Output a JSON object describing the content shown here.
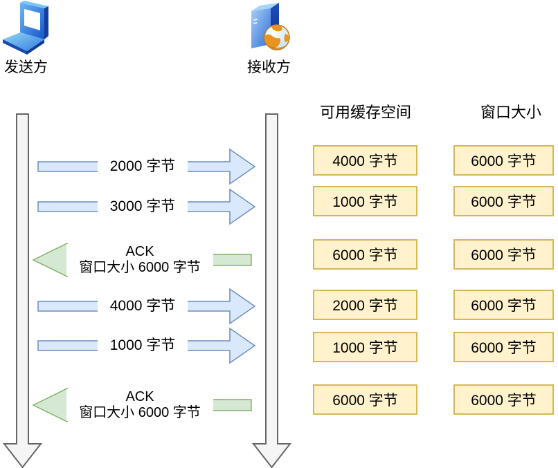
{
  "sender": {
    "label": "发送方",
    "icon": "laptop-icon"
  },
  "receiver": {
    "label": "接收方",
    "icon": "server-globe-icon"
  },
  "columns": {
    "buffer_header": "可用缓存空间",
    "window_header": "窗口大小"
  },
  "messages": [
    {
      "kind": "data",
      "direction": "sender-to-receiver",
      "label": "2000 字节",
      "buffer": "4000 字节",
      "window": "6000 字节"
    },
    {
      "kind": "data",
      "direction": "sender-to-receiver",
      "label": "3000 字节",
      "buffer": "1000 字节",
      "window": "6000 字节"
    },
    {
      "kind": "ack",
      "direction": "receiver-to-sender",
      "label_line1": "ACK",
      "label_line2": "窗口大小 6000 字节",
      "buffer": "6000 字节",
      "window": "6000 字节"
    },
    {
      "kind": "data",
      "direction": "sender-to-receiver",
      "label": "4000 字节",
      "buffer": "2000 字节",
      "window": "6000 字节"
    },
    {
      "kind": "data",
      "direction": "sender-to-receiver",
      "label": "1000 字节",
      "buffer": "1000 字节",
      "window": "6000 字节"
    },
    {
      "kind": "ack",
      "direction": "receiver-to-sender",
      "label_line1": "ACK",
      "label_line2": "窗口大小 6000 字节",
      "buffer": "6000 字节",
      "window": "6000 字节"
    }
  ],
  "colors": {
    "data_arrow_fill": "#dae8fc",
    "data_arrow_stroke": "#6c8ebf",
    "ack_arrow_fill": "#d5e8d4",
    "ack_arrow_stroke": "#82b366",
    "value_box_fill": "#fff2cc",
    "value_box_stroke": "#d6b656",
    "lifeline_fill": "#f5f5f5",
    "lifeline_stroke": "#666666",
    "text": "#000000"
  }
}
